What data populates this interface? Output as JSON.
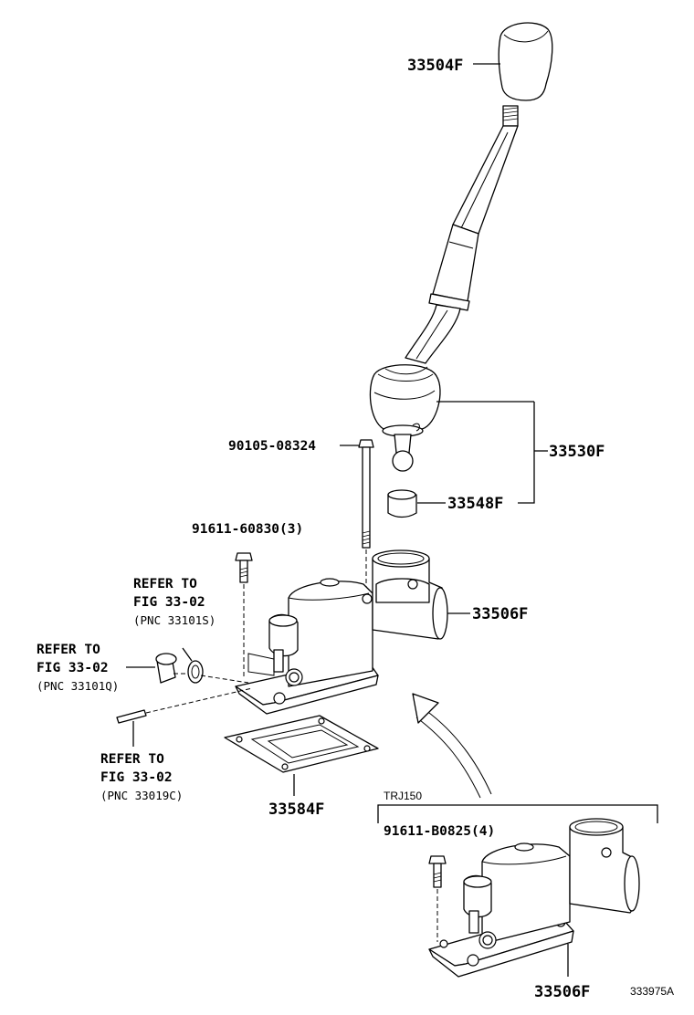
{
  "diagram": {
    "labels": {
      "knob": "33504F",
      "lever_assy": "33530F",
      "bolt_90105": "90105-08324",
      "bushing": "33548F",
      "bolt_91611_a": "91611-60830(3)",
      "housing": "33506F",
      "gasket": "33584F",
      "housing_trj": "33506F",
      "bolt_91611_b": "91611-B0825(4)",
      "variant": "TRJ150",
      "drawing_no": "333975A"
    },
    "refs": [
      {
        "line1": "REFER TO",
        "line2": "FIG 33-02",
        "line3": "(PNC 33101S)"
      },
      {
        "line1": "REFER TO",
        "line2": "FIG 33-02",
        "line3": "(PNC 33101Q)"
      },
      {
        "line1": "REFER TO",
        "line2": "FIG 33-02",
        "line3": "(PNC 33019C)"
      }
    ]
  }
}
